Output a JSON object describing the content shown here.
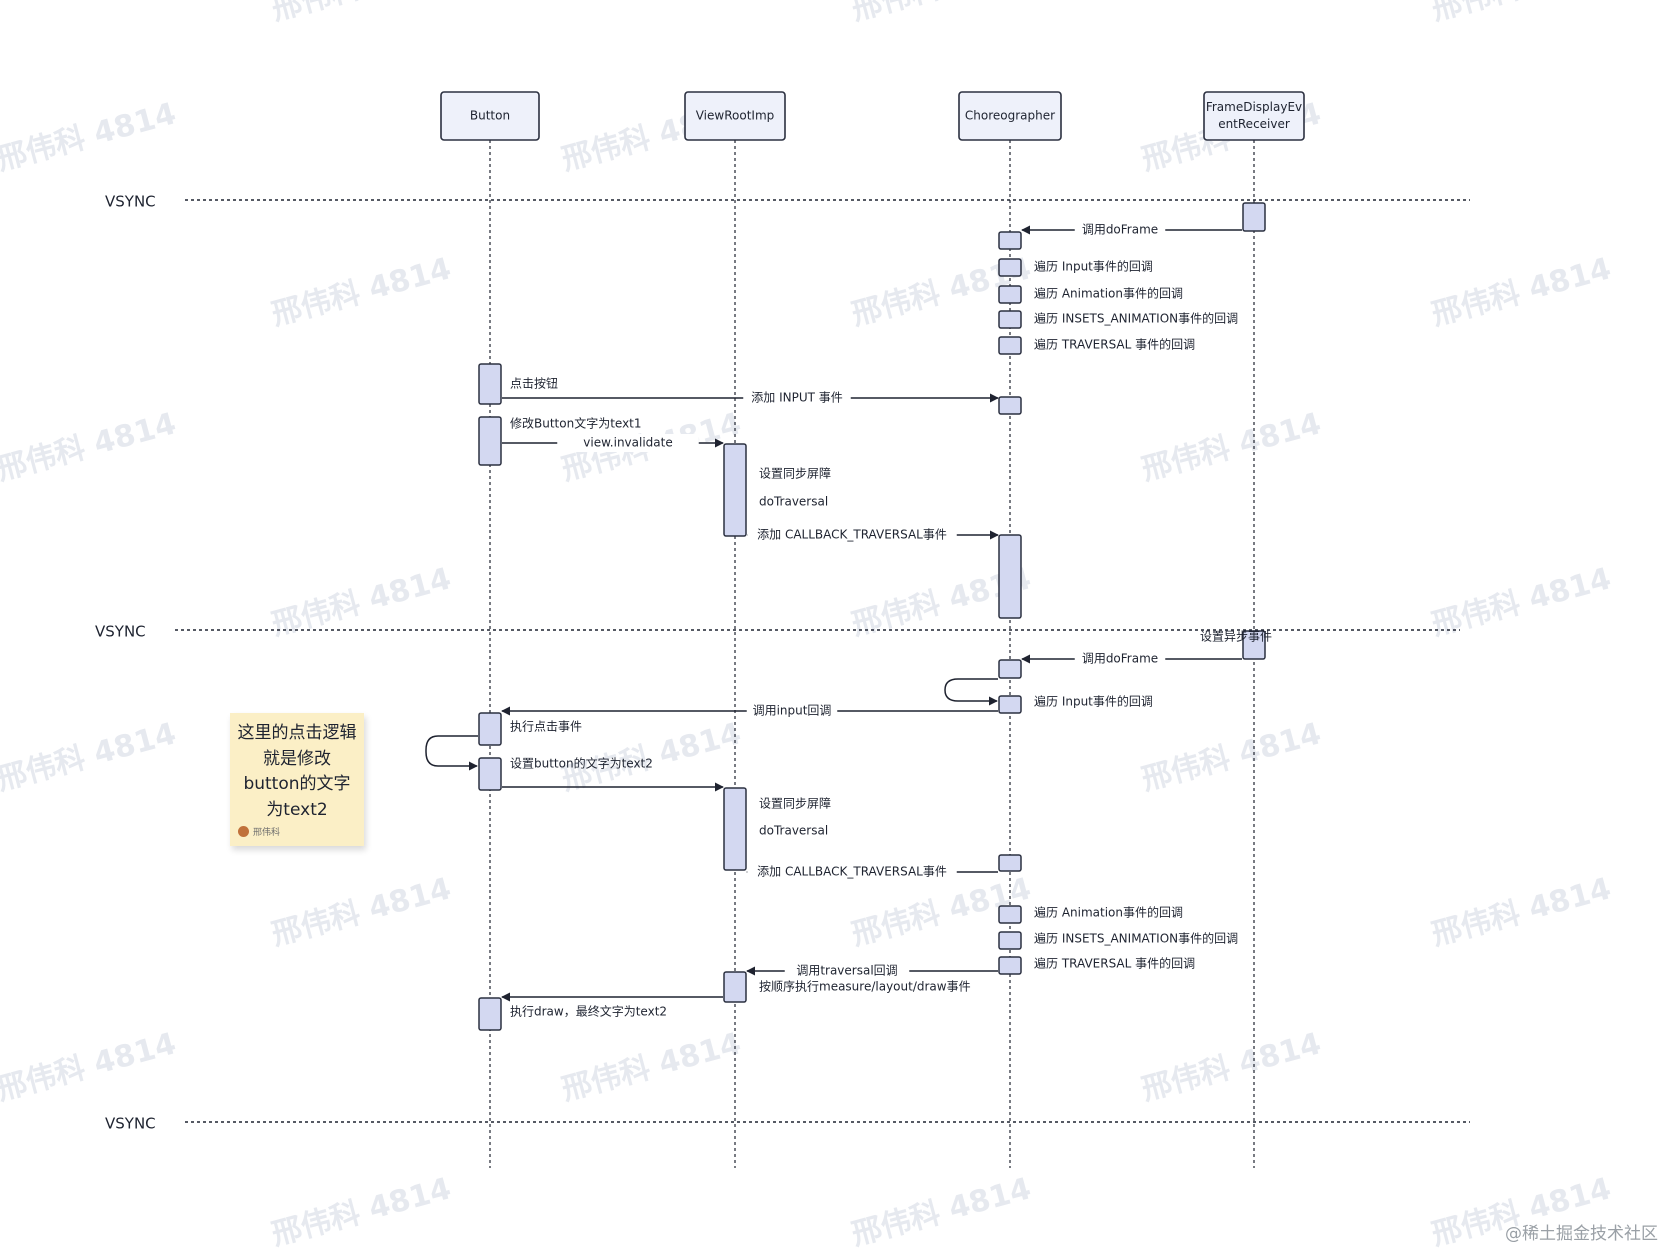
{
  "watermark": "邢伟科 4814",
  "site_credit": "@稀土掘金技术社区",
  "colors": {
    "box_fill": "#eef1fa",
    "box_stroke": "#2b3040",
    "activation_fill": "#d3d8f1",
    "line": "#1f2330",
    "note_fill": "#fbefc6"
  },
  "participants": [
    {
      "id": "button",
      "label": [
        "Button"
      ]
    },
    {
      "id": "viewrootimp",
      "label": [
        "ViewRootImp"
      ]
    },
    {
      "id": "choreographer",
      "label": [
        "Choreographer"
      ]
    },
    {
      "id": "fder",
      "label": [
        "FrameDisplayEv",
        "entReceiver"
      ]
    }
  ],
  "vsync_lines": [
    {
      "label": "VSYNC"
    },
    {
      "label": "VSYNC"
    },
    {
      "label": "VSYNC"
    }
  ],
  "messages": [
    {
      "label": "调用doFrame"
    },
    {
      "label": "添加 INPUT 事件"
    },
    {
      "label": "view.invalidate"
    },
    {
      "label": "添加 CALLBACK_TRAVERSAL事件"
    },
    {
      "label": "调用doFrame"
    },
    {
      "label": "调用input回调"
    },
    {
      "label": "添加 CALLBACK_TRAVERSAL事件"
    },
    {
      "label": "调用traversal回调"
    }
  ],
  "annotations": [
    {
      "label": "遍历 Input事件的回调"
    },
    {
      "label": "遍历  Animation事件的回调"
    },
    {
      "label": "遍历  INSETS_ANIMATION事件的回调"
    },
    {
      "label": "遍历  TRAVERSAL 事件的回调"
    },
    {
      "label": "点击按钮"
    },
    {
      "label": "修改Button文字为text1"
    },
    {
      "label": "设置同步屏障"
    },
    {
      "label": "doTraversal"
    },
    {
      "label": "设置异步事件"
    },
    {
      "label": "遍历 Input事件的回调"
    },
    {
      "label": "执行点击事件"
    },
    {
      "label": "设置button的文字为text2"
    },
    {
      "label": "设置同步屏障"
    },
    {
      "label": "doTraversal"
    },
    {
      "label": "遍历  Animation事件的回调"
    },
    {
      "label": "遍历  INSETS_ANIMATION事件的回调"
    },
    {
      "label": "遍历  TRAVERSAL 事件的回调"
    },
    {
      "label": "按顺序执行measure/layout/draw事件"
    },
    {
      "label": "执行draw，最终文字为text2"
    }
  ],
  "note": {
    "text": "这里的点击逻辑就是修改button的文字为text2",
    "author": "邢伟科"
  }
}
